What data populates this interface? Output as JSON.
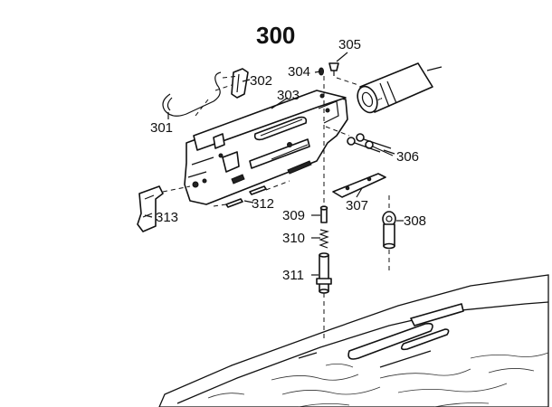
{
  "title": "300",
  "parts": [
    {
      "id": "part-301",
      "label": "301"
    },
    {
      "id": "part-302",
      "label": "302"
    },
    {
      "id": "part-303",
      "label": "303"
    },
    {
      "id": "part-304",
      "label": "304"
    },
    {
      "id": "part-305",
      "label": "305"
    },
    {
      "id": "part-306",
      "label": "306"
    },
    {
      "id": "part-307",
      "label": "307"
    },
    {
      "id": "part-308",
      "label": "308"
    },
    {
      "id": "part-309",
      "label": "309"
    },
    {
      "id": "part-310",
      "label": "310"
    },
    {
      "id": "part-311",
      "label": "311"
    },
    {
      "id": "part-312",
      "label": "312"
    },
    {
      "id": "part-313",
      "label": "313"
    }
  ]
}
